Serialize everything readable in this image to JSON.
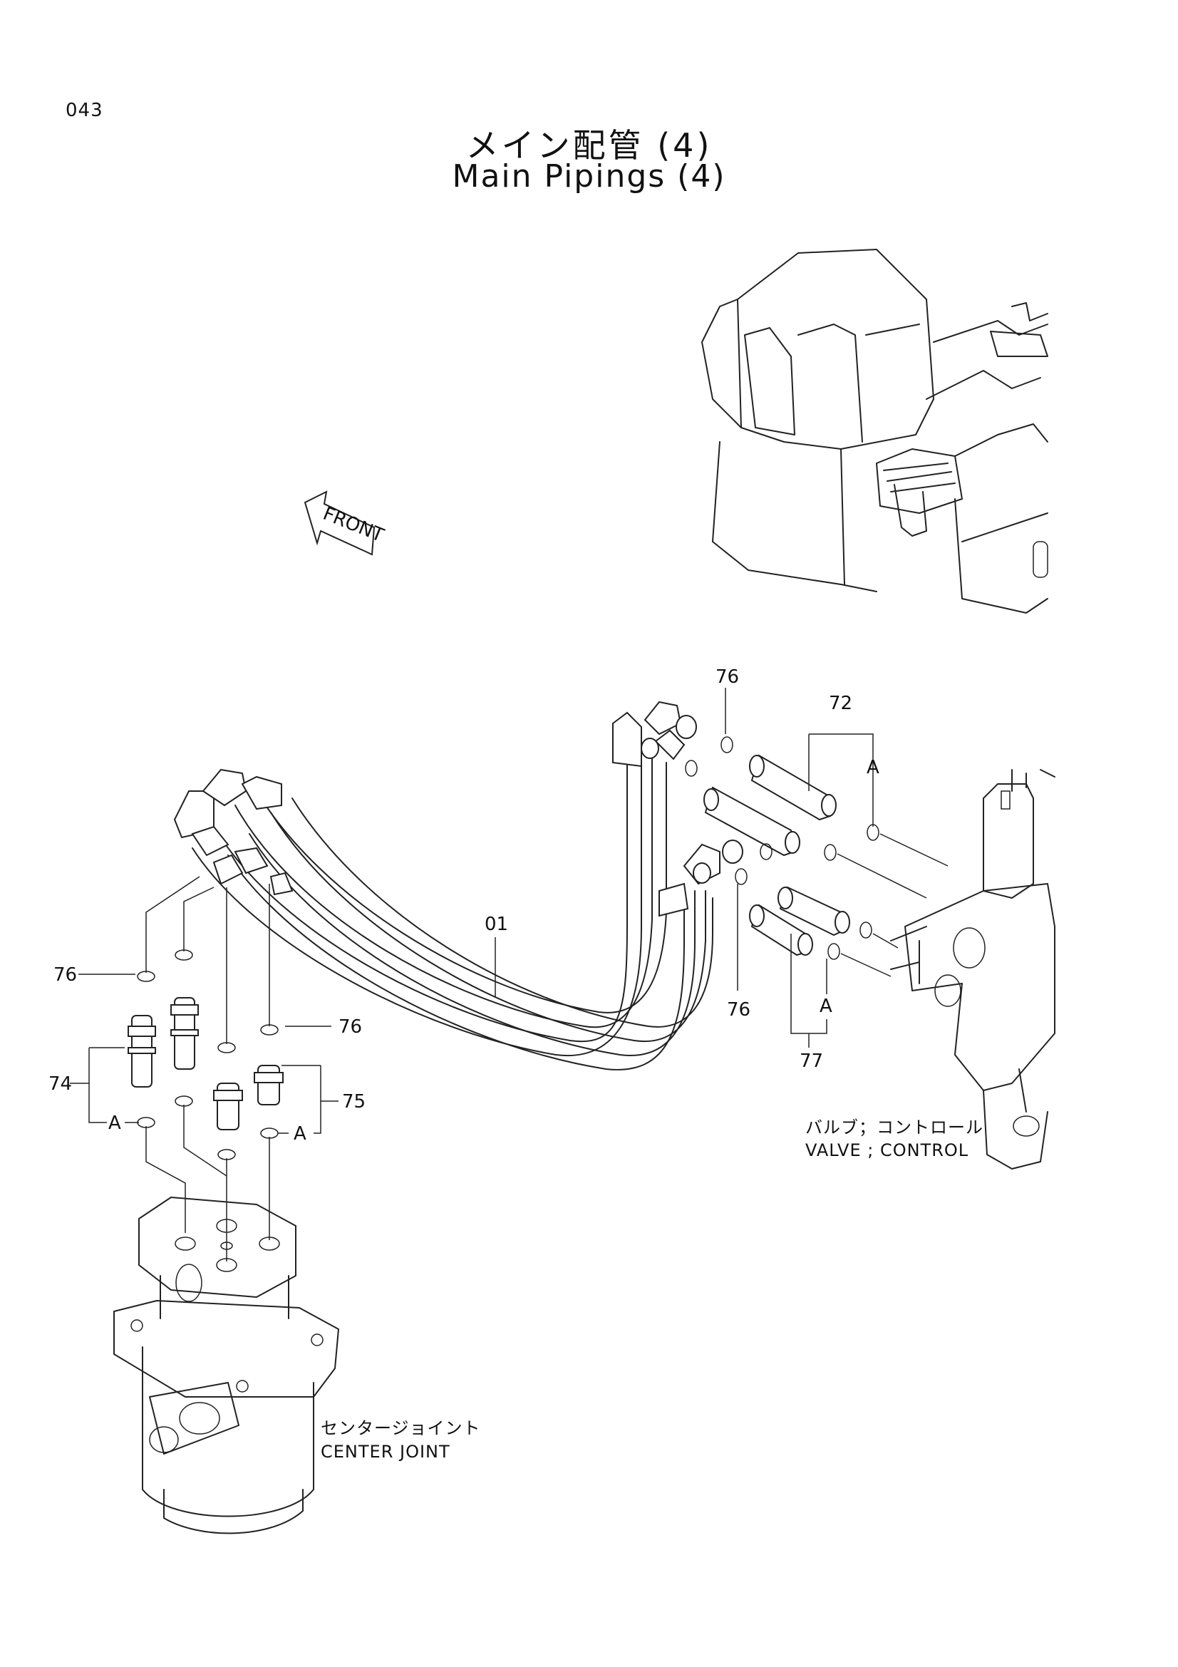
{
  "page_number": "043",
  "title_jp": "メイン配管 (4)",
  "title_en": "Main Pipings (4)",
  "front_label": "FRONT",
  "callouts": {
    "c76_top": "76",
    "c72": "72",
    "a_right_top": "A",
    "c01": "01",
    "c76_left": "76",
    "c76_mid": "76",
    "c76_right": "76",
    "c74": "74",
    "a_left": "A",
    "c75": "75",
    "a_mid": "A",
    "a_right_bottom": "A",
    "c77": "77"
  },
  "captions": {
    "valve_jp": "バルブ；コントロール",
    "valve_en": "VALVE ; CONTROL",
    "center_jp": "センタージョイント",
    "center_en": "CENTER  JOINT"
  }
}
